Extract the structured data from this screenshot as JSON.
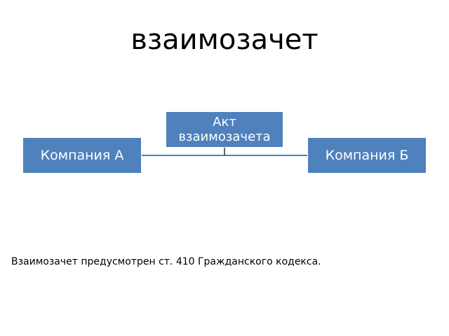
{
  "slide": {
    "title": "взаимозачет",
    "note": "Взаимозачет предусмотрен ст. 410 Гражданского кодекса."
  },
  "diagram": {
    "center_node": "Акт взаимозачета",
    "left_node": "Компания А",
    "right_node": "Компания Б",
    "colors": {
      "box_fill": "#4f81bd",
      "connector": "#4f81bd",
      "text": "#ffffff"
    }
  }
}
